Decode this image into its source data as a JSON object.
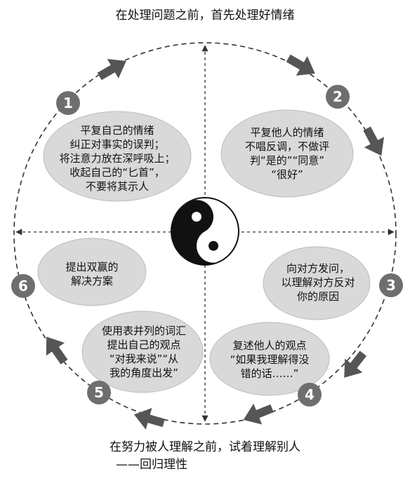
{
  "diagram": {
    "top_title": "在处理问题之前，首先处理好情绪",
    "bottom_line1": "在努力被人理解之前，试着理解别人",
    "bottom_line2": "——回归理性",
    "steps": [
      {
        "number": "1",
        "lines": [
          "平复自己的情绪",
          "纠正对事实的误判；",
          "将注意力放在深呼吸上；",
          "收起自己的“匕首”，",
          "不要将其示人"
        ]
      },
      {
        "number": "2",
        "lines": [
          "平复他人的情绪",
          "不唱反调，不做评",
          "判“是的”“同意”",
          "“很好”"
        ]
      },
      {
        "number": "3",
        "lines": [
          "向对方发问，",
          "以理解对方反对",
          "你的原因"
        ]
      },
      {
        "number": "4",
        "lines": [
          "复述他人的观点",
          "“如果我理解得没",
          "错的话……”"
        ]
      },
      {
        "number": "5",
        "lines": [
          "使用表并列的词汇",
          "提出自己的观点",
          "“对我来说”“从",
          "我的角度出发”"
        ]
      },
      {
        "number": "6",
        "lines": [
          "提出双赢的",
          "解决方案"
        ]
      }
    ],
    "colors": {
      "oval_fill": "#d9d9d9",
      "oval_stroke": "#bcbcbc",
      "badge_fill": "#6e6e6e",
      "arrow_fill": "#555555",
      "circle_stroke": "#333333"
    },
    "icons": {
      "center": "yin-yang-icon"
    }
  }
}
